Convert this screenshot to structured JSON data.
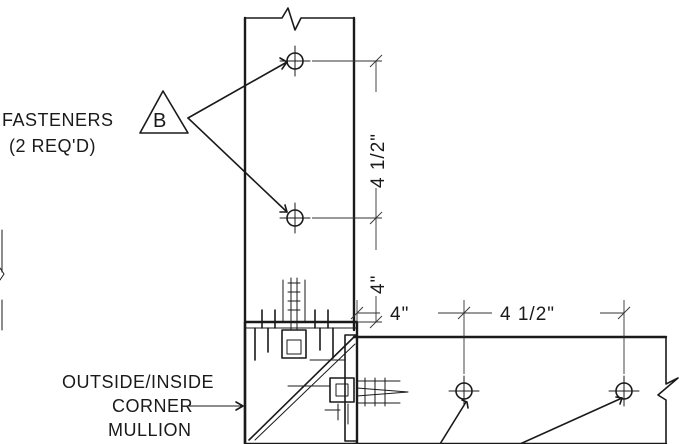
{
  "labels": {
    "fasteners_line1": "FASTENERS",
    "fasteners_line2": "(2 REQ'D)",
    "tag_letter": "B",
    "mullion_line1": "OUTSIDE/INSIDE",
    "mullion_line2": "CORNER",
    "mullion_line3": "MULLION"
  },
  "dimensions": {
    "vertical_spacing": "4 1/2\"",
    "vertical_edge": "4\"",
    "horizontal_edge": "4\"",
    "horizontal_spacing": "4 1/2\""
  }
}
